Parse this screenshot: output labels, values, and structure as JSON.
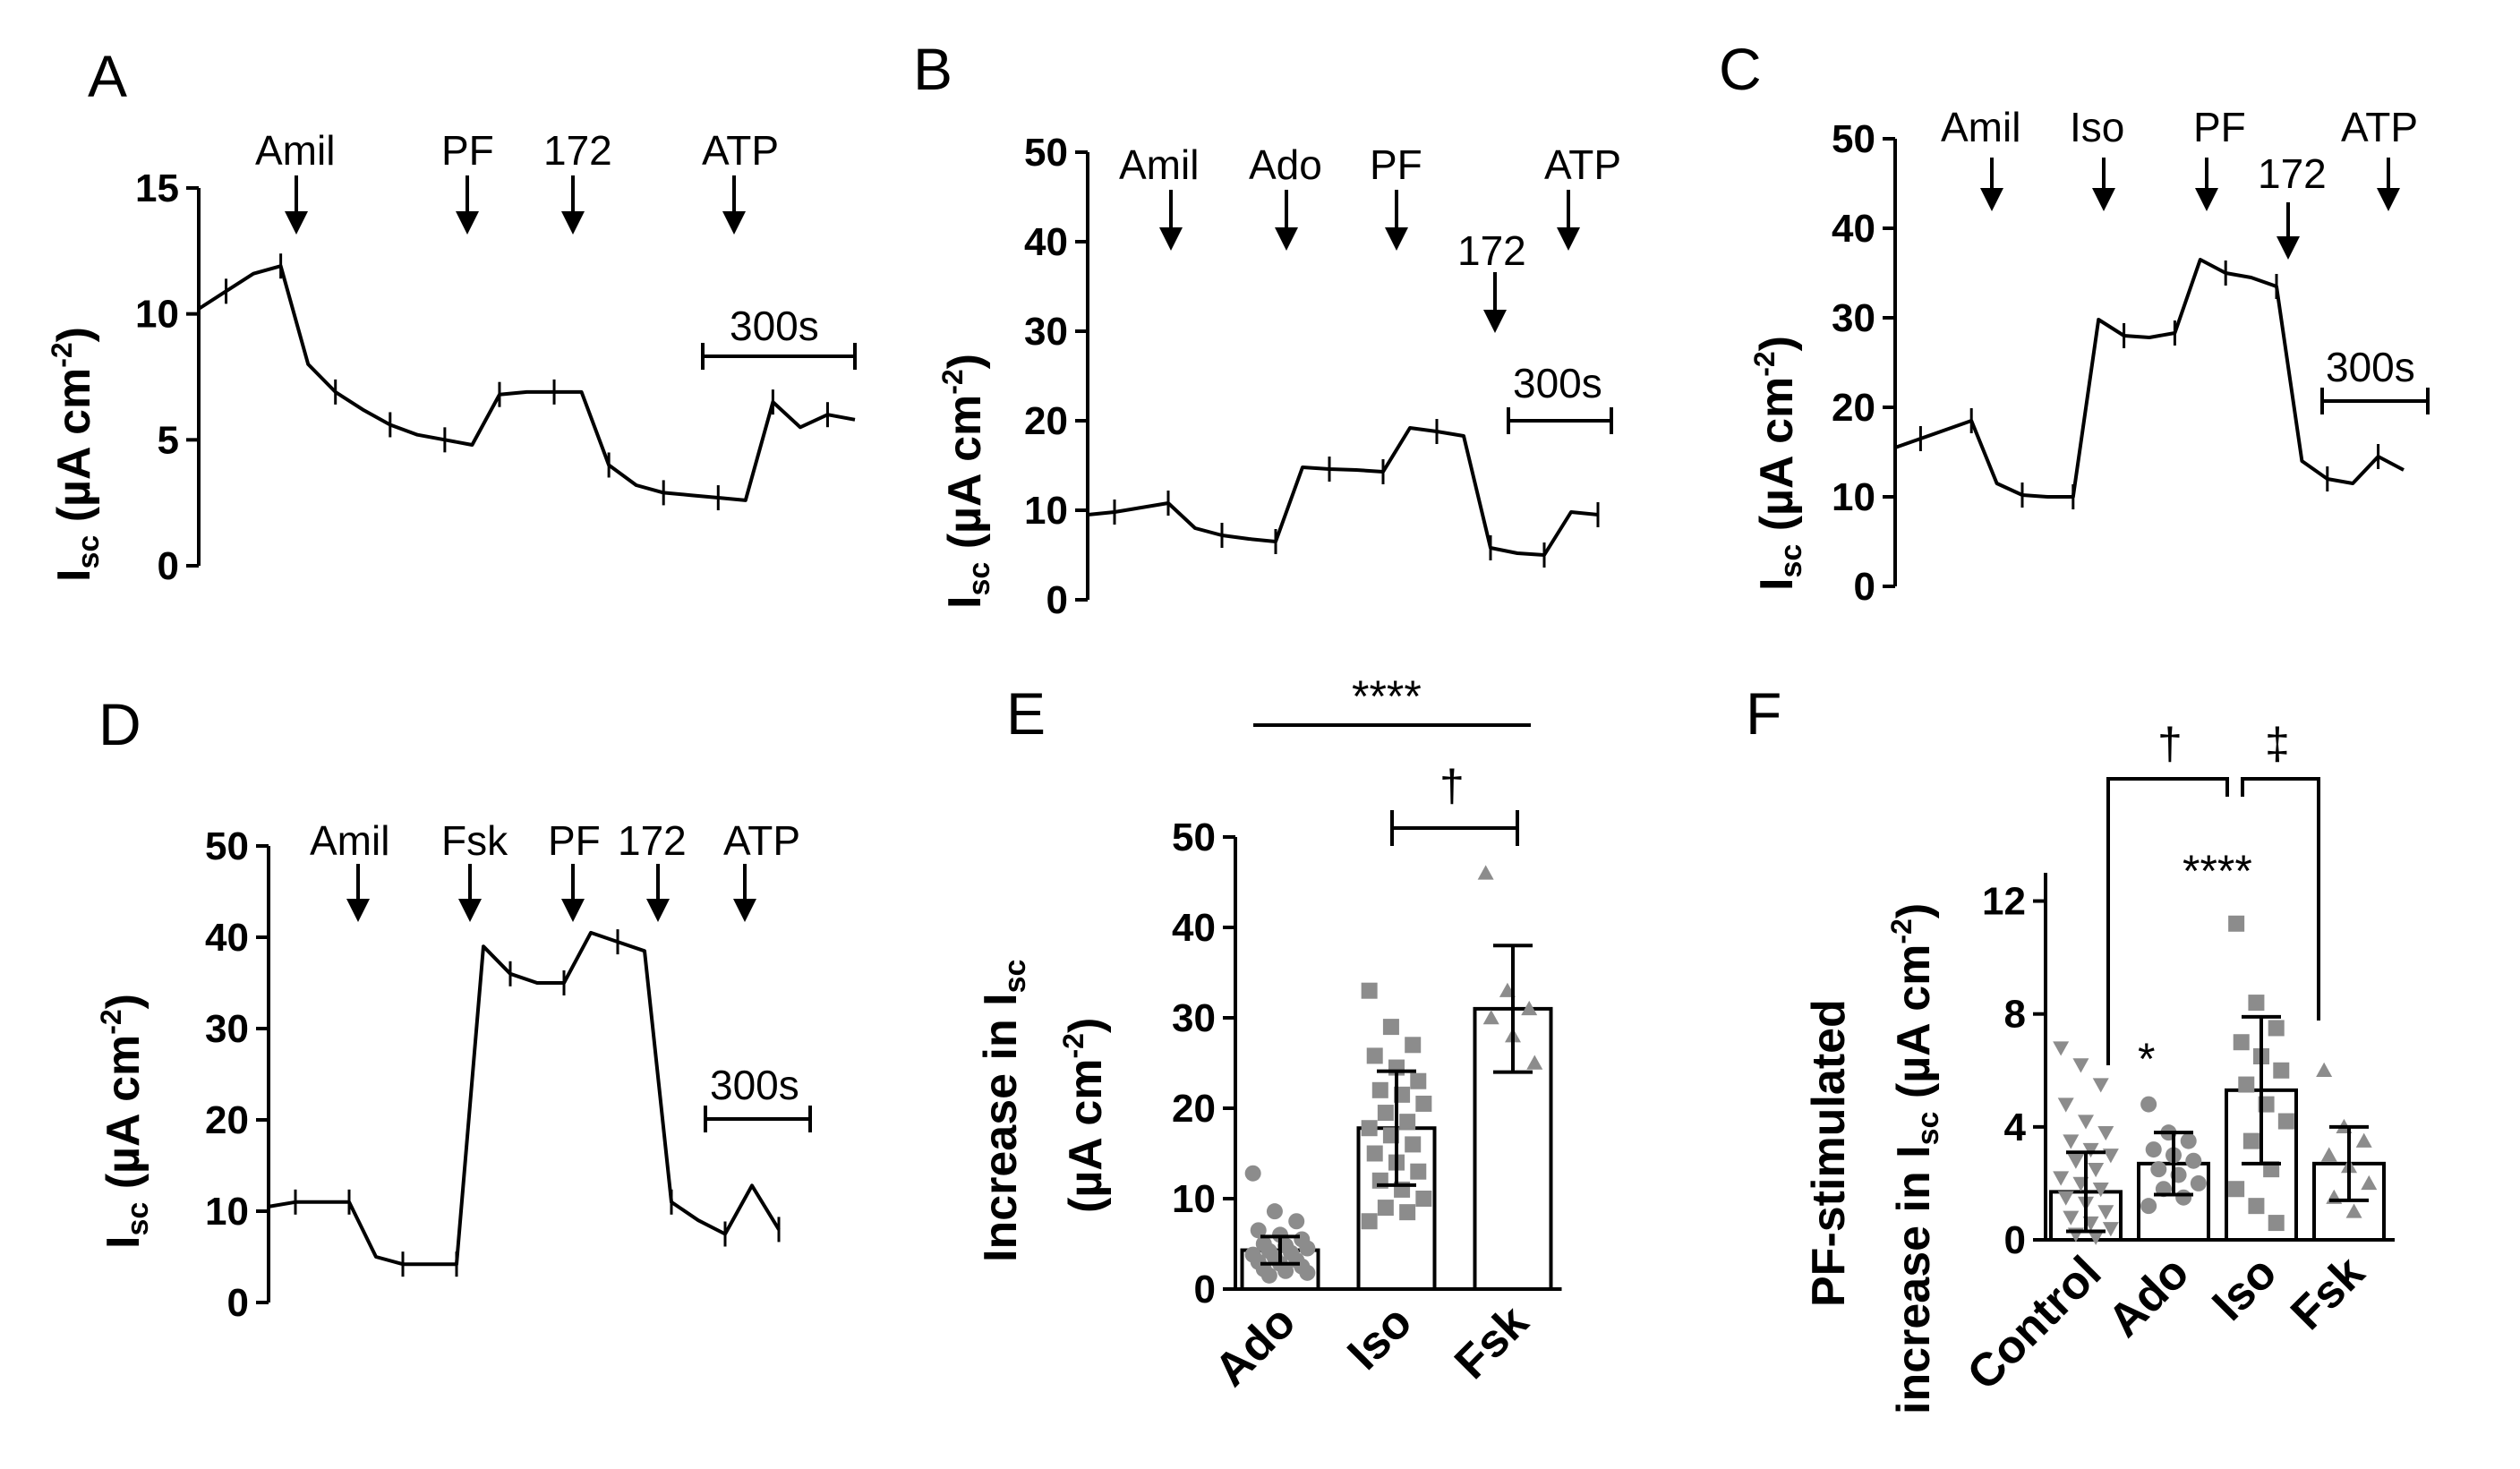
{
  "colors": {
    "ink": "#000000",
    "points": "#8c8c8c",
    "bar_fill": "#ffffff"
  },
  "chart_data": [
    {
      "id": "A",
      "type": "line",
      "panel_label": "A",
      "ylabel_main": "I",
      "ylabel_sub": "sc",
      "ylabel_unit": " (µA cm",
      "ylabel_exp": "-2",
      "ylabel_close": ")",
      "ylim": [
        0,
        15
      ],
      "yticks": [
        "0",
        "5",
        "10",
        "15"
      ],
      "annotations": [
        "Amil",
        "PF",
        "172",
        "ATP"
      ],
      "scalebar": "300s",
      "trace_values": [
        10.2,
        10.9,
        11.6,
        11.9,
        8.0,
        6.9,
        6.2,
        5.6,
        5.2,
        5.0,
        4.8,
        6.8,
        6.9,
        6.9,
        6.9,
        4.0,
        3.2,
        2.9,
        2.8,
        2.7,
        2.6,
        6.5,
        5.5,
        6.0,
        5.8
      ]
    },
    {
      "id": "B",
      "type": "line",
      "panel_label": "B",
      "ylabel_main": "I",
      "ylabel_sub": "sc",
      "ylabel_unit": " (µA cm",
      "ylabel_exp": "-2",
      "ylabel_close": ")",
      "ylim": [
        0,
        50
      ],
      "yticks": [
        "0",
        "10",
        "20",
        "30",
        "40",
        "50"
      ],
      "annotations": [
        "Amil",
        "Ado",
        "PF",
        "172",
        "ATP"
      ],
      "scalebar": "300s",
      "trace_values": [
        9.5,
        9.8,
        10.3,
        10.8,
        8.0,
        7.2,
        6.8,
        6.5,
        14.8,
        14.6,
        14.5,
        14.3,
        19.2,
        18.8,
        18.3,
        5.8,
        5.2,
        5.0,
        9.8,
        9.5
      ]
    },
    {
      "id": "C",
      "type": "line",
      "panel_label": "C",
      "ylabel_main": "I",
      "ylabel_sub": "sc",
      "ylabel_unit": " (µA cm",
      "ylabel_exp": "-2",
      "ylabel_close": ")",
      "ylim": [
        0,
        50
      ],
      "yticks": [
        "0",
        "10",
        "20",
        "30",
        "40",
        "50"
      ],
      "annotations": [
        "Amil",
        "Iso",
        "PF",
        "172",
        "ATP"
      ],
      "scalebar": "300s",
      "trace_values": [
        15.5,
        16.5,
        17.5,
        18.5,
        11.5,
        10.2,
        10.0,
        10.0,
        29.8,
        28.0,
        27.8,
        28.3,
        36.5,
        35.0,
        34.5,
        33.5,
        14.0,
        12.0,
        11.5,
        14.5,
        13.0
      ]
    },
    {
      "id": "D",
      "type": "line",
      "panel_label": "D",
      "ylabel_main": "I",
      "ylabel_sub": "sc",
      "ylabel_unit": " (µA cm",
      "ylabel_exp": "-2",
      "ylabel_close": ")",
      "ylim": [
        0,
        50
      ],
      "yticks": [
        "0",
        "10",
        "20",
        "30",
        "40",
        "50"
      ],
      "annotations": [
        "Amil",
        "Fsk",
        "PF",
        "172",
        "ATP"
      ],
      "scalebar": "300s",
      "trace_values": [
        10.5,
        11.0,
        11.0,
        11.0,
        5.0,
        4.2,
        4.2,
        4.2,
        39.0,
        36.0,
        35.0,
        35.0,
        40.5,
        39.5,
        38.5,
        11.0,
        9.0,
        7.5,
        12.8,
        8.0
      ]
    },
    {
      "id": "E",
      "type": "bar",
      "panel_label": "E",
      "ylabel_line1": "Increase in I",
      "ylabel_line1_sub": "sc",
      "ylabel_line2": "(µA cm",
      "ylabel_line2_exp": "-2",
      "ylabel_line2_close": ")",
      "ylim": [
        0,
        50
      ],
      "yticks": [
        "0",
        "10",
        "20",
        "30",
        "40",
        "50"
      ],
      "categories": [
        "Ado",
        "Iso",
        "Fsk"
      ],
      "values": [
        4.3,
        17.8,
        31.0
      ],
      "errors": [
        1.5,
        6.3,
        7.0
      ],
      "markers": [
        "circle",
        "square",
        "triangle"
      ],
      "points": [
        [
          12.8,
          8.6,
          7.5,
          6.5,
          6.0,
          5.5,
          5.0,
          4.8,
          4.5,
          4.2,
          4.0,
          3.8,
          3.5,
          3.2,
          3.0,
          2.8,
          2.5,
          2.2,
          2.0,
          1.8,
          1.5
        ],
        [
          33.0,
          29.0,
          27.0,
          25.8,
          24.5,
          23.0,
          22.0,
          21.5,
          20.5,
          19.5,
          18.5,
          17.8,
          17.0,
          16.0,
          15.0,
          14.0,
          13.0,
          12.0,
          11.0,
          10.0,
          9.0,
          8.5,
          7.5
        ],
        [
          46.0,
          33.0,
          31.0,
          30.0,
          28.0,
          25.0
        ]
      ],
      "sig_top": "****",
      "sig_bracket": "†"
    },
    {
      "id": "F",
      "type": "bar",
      "panel_label": "F",
      "ylabel_line1": "PF-stimulated",
      "ylabel_line2": "increase in I",
      "ylabel_line2_sub": "sc",
      "ylabel_line2_unit": " (µA cm",
      "ylabel_line2_exp": "-2",
      "ylabel_line2_close": ")",
      "ylim": [
        0,
        13
      ],
      "yticks": [
        "0",
        "4",
        "8",
        "12"
      ],
      "categories": [
        "Control",
        "Ado",
        "Iso",
        "Fsk"
      ],
      "values": [
        1.7,
        2.7,
        5.3,
        2.7
      ],
      "errors": [
        1.4,
        1.1,
        2.6,
        1.3
      ],
      "markers": [
        "triangle-down",
        "circle",
        "square",
        "triangle"
      ],
      "points": [
        [
          6.8,
          6.2,
          5.5,
          4.8,
          4.2,
          3.8,
          3.5,
          3.2,
          3.0,
          2.8,
          2.5,
          2.2,
          2.0,
          1.8,
          1.5,
          1.3,
          1.0,
          0.8,
          0.6,
          0.4,
          0.2,
          0.1
        ],
        [
          4.8,
          3.8,
          3.5,
          3.2,
          3.0,
          2.8,
          2.5,
          2.3,
          2.0,
          1.8,
          1.5,
          1.2
        ],
        [
          11.2,
          8.4,
          7.5,
          7.0,
          6.5,
          6.0,
          5.5,
          4.8,
          4.2,
          3.5,
          2.5,
          1.8,
          1.2,
          0.6
        ],
        [
          6.0,
          4.0,
          3.5,
          3.0,
          2.6,
          2.0,
          1.5,
          1.0
        ]
      ],
      "sig_inner": "*",
      "sig_iso": "****",
      "sig_left": "†",
      "sig_right": "‡"
    }
  ]
}
